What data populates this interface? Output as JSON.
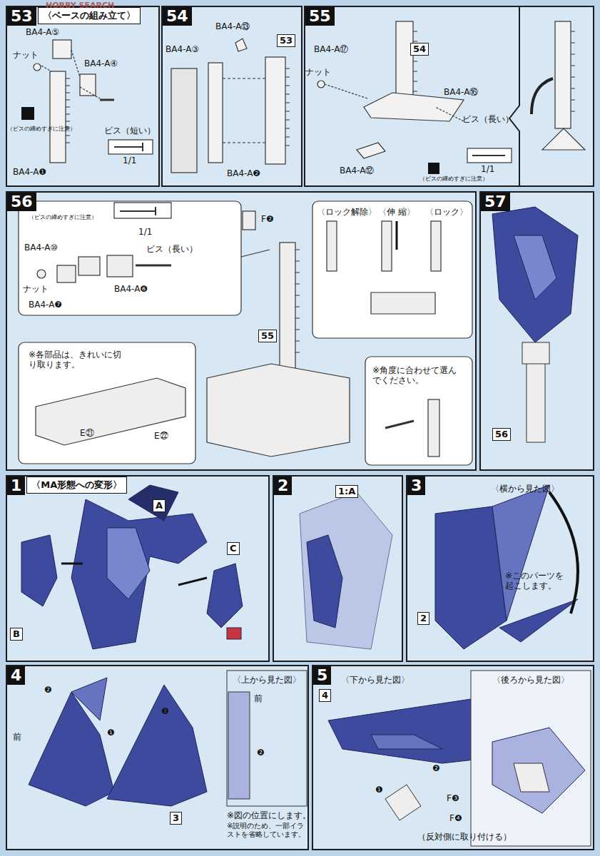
{
  "diagram": {
    "nodes": [
      {
        "text": [
          "53",
          "〈ベースの組み立て〉"
        ]
      },
      {
        "text": [
          "54"
        ]
      },
      {
        "text": [
          "55"
        ]
      },
      {
        "text": [
          "56"
        ]
      },
      {
        "text": [
          "57"
        ]
      },
      {
        "text": [
          "1",
          "〈MA形態への変形〉"
        ]
      },
      {
        "text": [
          "2"
        ]
      },
      {
        "text": [
          "3"
        ]
      },
      {
        "text": [
          "4"
        ]
      },
      {
        "text": [
          "5"
        ]
      }
    ],
    "labels": [
      "HOBBY SEARCH",
      "BA4-A⑤",
      "ナット",
      "BA4-A④",
      "（ビスの締めすぎに注意）",
      "ビス（短い）",
      "1/1",
      "BA4-A❶",
      "BA4-A⑬",
      "BA4-A③",
      "53",
      "BA4-A❷",
      "BA4-A⑰",
      "54",
      "ナット",
      "BA4-A⑯",
      "ビス（長い）",
      "BA4-A⑫",
      "（ビスの締めすぎに注意）",
      "1/1",
      "（ビスの締めすぎに注意）",
      "1/1",
      "BA4-A⑩",
      "ビス（長い）",
      "ナット",
      "BA4-A❻",
      "BA4-A❼",
      "F❷",
      "55",
      "〈ロック解除〉",
      "〈伸 縮〉",
      "〈ロック〉",
      "※各部品は、きれいに切り取ります。",
      "E㉑",
      "E㉒",
      "※角度に合わせて選んでください。",
      "56",
      "A",
      "B",
      "C",
      "1:A",
      "〈横から見た図〉",
      "※このパーツを起こします。",
      "2",
      "❷",
      "❷",
      "❶",
      "前",
      "〈上から見た図〉",
      "前",
      "❷",
      "※図の位置にします。",
      "※説明のため、一部イラストを省略しています。",
      "3",
      "4",
      "〈下から見た図〉",
      "❷",
      "❶",
      "F❸",
      "F❹",
      "（反対側に取り付ける）",
      "〈後ろから見た図〉"
    ]
  }
}
